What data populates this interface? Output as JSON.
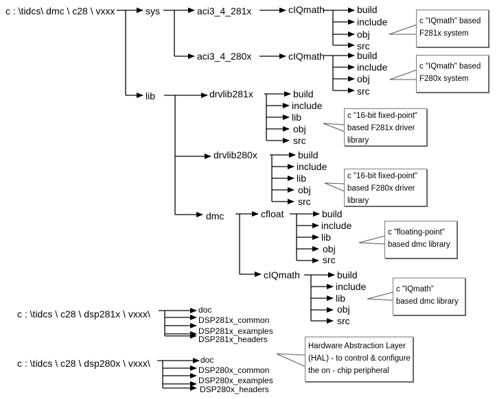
{
  "tree1": {
    "root": "c : \\tidcs\\ dmc \\ c28 \\ vxxx",
    "sys": {
      "label": "sys",
      "aci_281": {
        "label": "aci3_4_281x",
        "child": "cIQmath",
        "leaves": [
          "build",
          "include",
          "obj",
          "src"
        ]
      },
      "aci_280": {
        "label": "aci3_4_280x",
        "child": "cIQmath",
        "leaves": [
          "build",
          "include",
          "obj",
          "src"
        ]
      }
    },
    "lib": {
      "label": "lib",
      "drv281": {
        "label": "drvlib281x",
        "leaves": [
          "build",
          "include",
          "lib",
          "obj",
          "src"
        ]
      },
      "drv280": {
        "label": "drvlib280x",
        "leaves": [
          "build",
          "include",
          "lib",
          "obj",
          "src"
        ]
      },
      "dmc": {
        "label": "dmc",
        "cfloat": {
          "label": "cfloat",
          "leaves": [
            "build",
            "include",
            "lib",
            "obj",
            "src"
          ]
        },
        "ciqmath": {
          "label": "cIQmath",
          "leaves": [
            "build",
            "include",
            "lib",
            "obj",
            "src"
          ]
        }
      }
    }
  },
  "tree2": {
    "root": "c : \\tidcs \\ c28 \\ dsp281x \\ vxxx\\",
    "leaves": [
      "doc",
      "DSP281x_common",
      "DSP281x_examples",
      "DSP281x_headers"
    ]
  },
  "tree3": {
    "root": "c : \\tidcs \\ c28 \\ dsp280x \\ vxxx\\",
    "leaves": [
      "doc",
      "DSP280x_common",
      "DSP280x_examples",
      "DSP280x_headers"
    ]
  },
  "notes": {
    "n1": [
      "c \"IQmath\" based",
      "F281x system"
    ],
    "n2": [
      "c \"IQmath\" based",
      "F280x system"
    ],
    "n3": [
      "c \"16-bit fixed-point\"",
      "based F281x driver",
      "library"
    ],
    "n4": [
      "c \"16-bit fixed-point\"",
      "based F280x driver",
      "library"
    ],
    "n5": [
      "c \"floating-point\"",
      "based dmc library"
    ],
    "n6": [
      "c \"IQmath\"",
      "based dmc library"
    ],
    "n7": [
      "Hardware Abstraction Layer",
      "(HAL) - to  control & configure",
      "the on - chip peripheral"
    ]
  }
}
